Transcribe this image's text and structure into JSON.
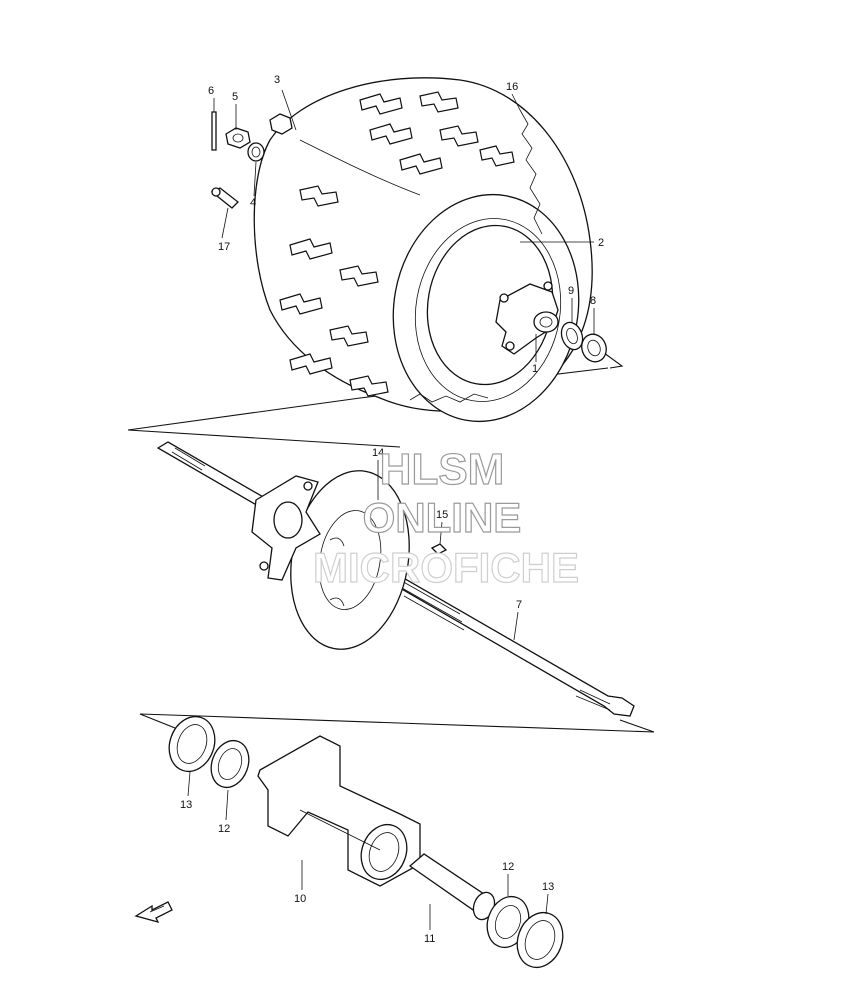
{
  "watermark": {
    "line1": "HLSM",
    "line2": "ONLINE",
    "line3": "MICROFICHE"
  },
  "callouts": {
    "c1": "1",
    "c2": "2",
    "c3": "3",
    "c4": "4",
    "c5": "5",
    "c6": "6",
    "c7": "7",
    "c8": "8",
    "c9": "9",
    "c10": "10",
    "c11": "11",
    "c12a": "12",
    "c12b": "12",
    "c13a": "13",
    "c13b": "13",
    "c14": "14",
    "c15": "15",
    "c16": "16",
    "c17": "17"
  },
  "fwd_icon": "fwd-arrow-icon"
}
